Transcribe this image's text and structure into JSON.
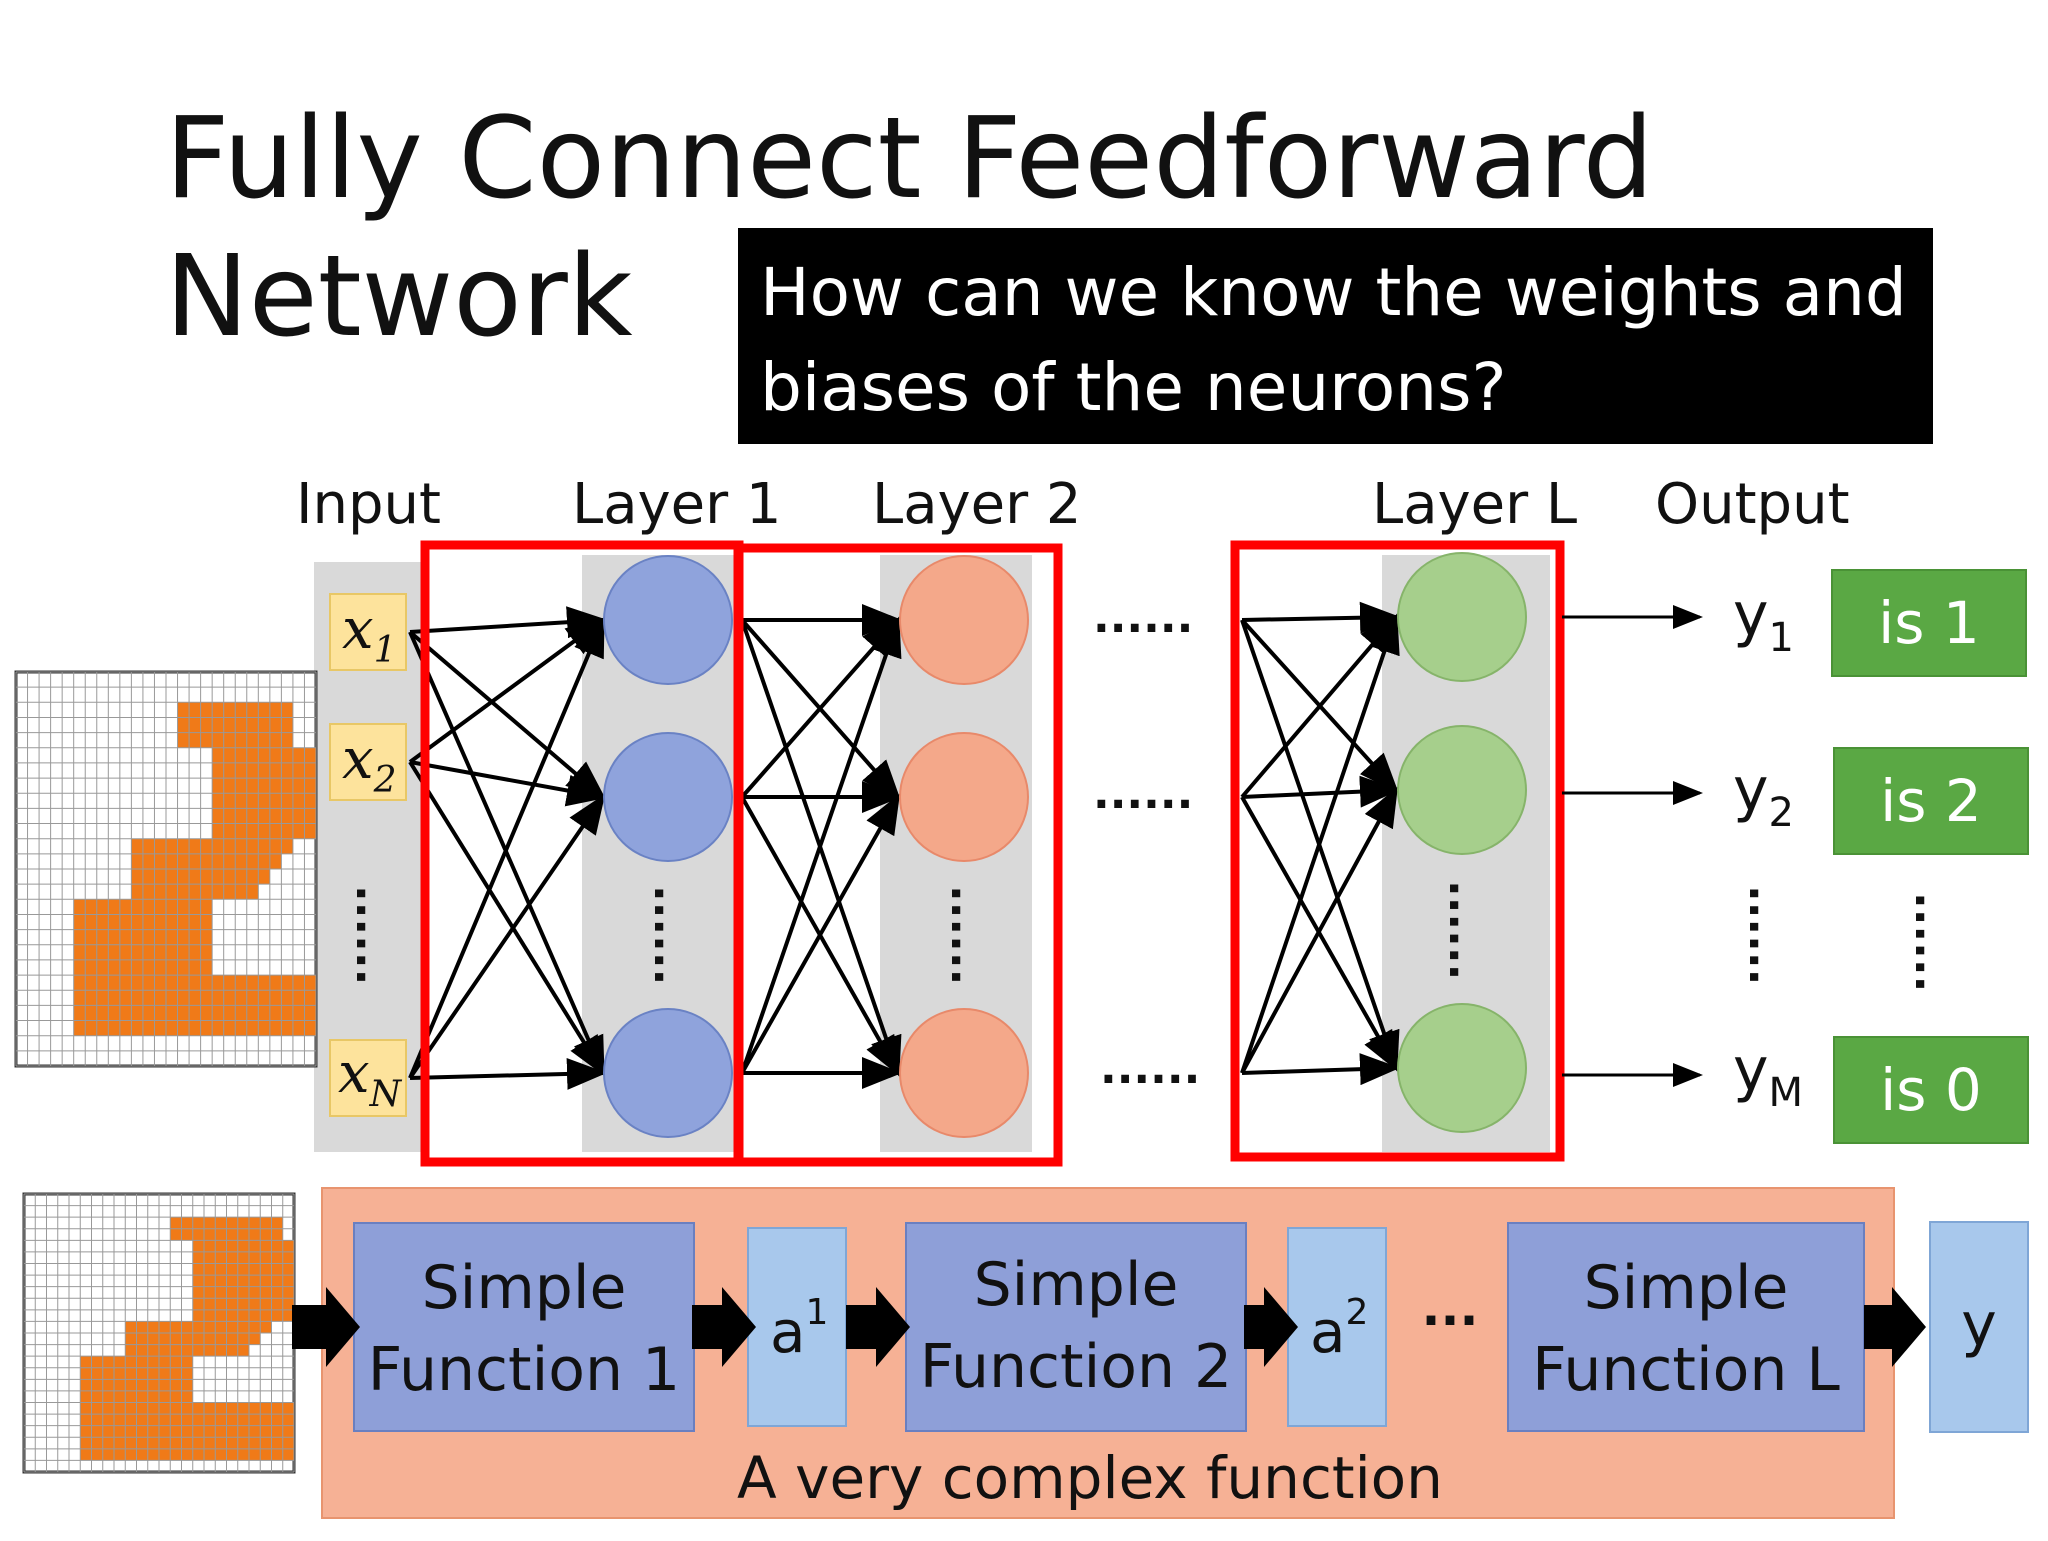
{
  "slide": {
    "title_line1": "Fully Connect Feedforward",
    "title_line2": "Network",
    "question_line1": "How can we know the weights and",
    "question_line2": "biases of the neurons?"
  },
  "network": {
    "headers": {
      "input": "Input",
      "layer1": "Layer 1",
      "layer2": "Layer 2",
      "layerL": "Layer L",
      "output": "Output"
    },
    "inputs": [
      {
        "base": "x",
        "sub": "1"
      },
      {
        "base": "x",
        "sub": "2"
      },
      {
        "base": "x",
        "sub": "N"
      }
    ],
    "outputs": [
      {
        "base": "y",
        "sub": "1",
        "label": "is 1"
      },
      {
        "base": "y",
        "sub": "2",
        "label": "is 2"
      },
      {
        "base": "y",
        "sub": "M",
        "label": "is 0"
      }
    ],
    "ellipsis": "......",
    "vertical_dots": "......"
  },
  "pipeline": {
    "functions": [
      {
        "line1": "Simple",
        "line2": "Function 1"
      },
      {
        "line1": "Simple",
        "line2": "Function 2"
      },
      {
        "line1": "Simple",
        "line2": "Function L"
      }
    ],
    "activations": [
      {
        "base": "a",
        "sup": "1"
      },
      {
        "base": "a",
        "sup": "2"
      }
    ],
    "dots": "...",
    "output": "y",
    "caption": "A very complex function"
  },
  "colors": {
    "layer1": "#8fa3dc",
    "layer2": "#f4a88a",
    "layerL": "#a6cf8c",
    "highlight": "#ff0000",
    "output_label": "#5aa844",
    "pipeline_bg": "#f6b195",
    "function_box": "#8e9fd8",
    "activation_box": "#a8c8ec",
    "input_box": "#fde39c",
    "digit": "#f07a18"
  }
}
